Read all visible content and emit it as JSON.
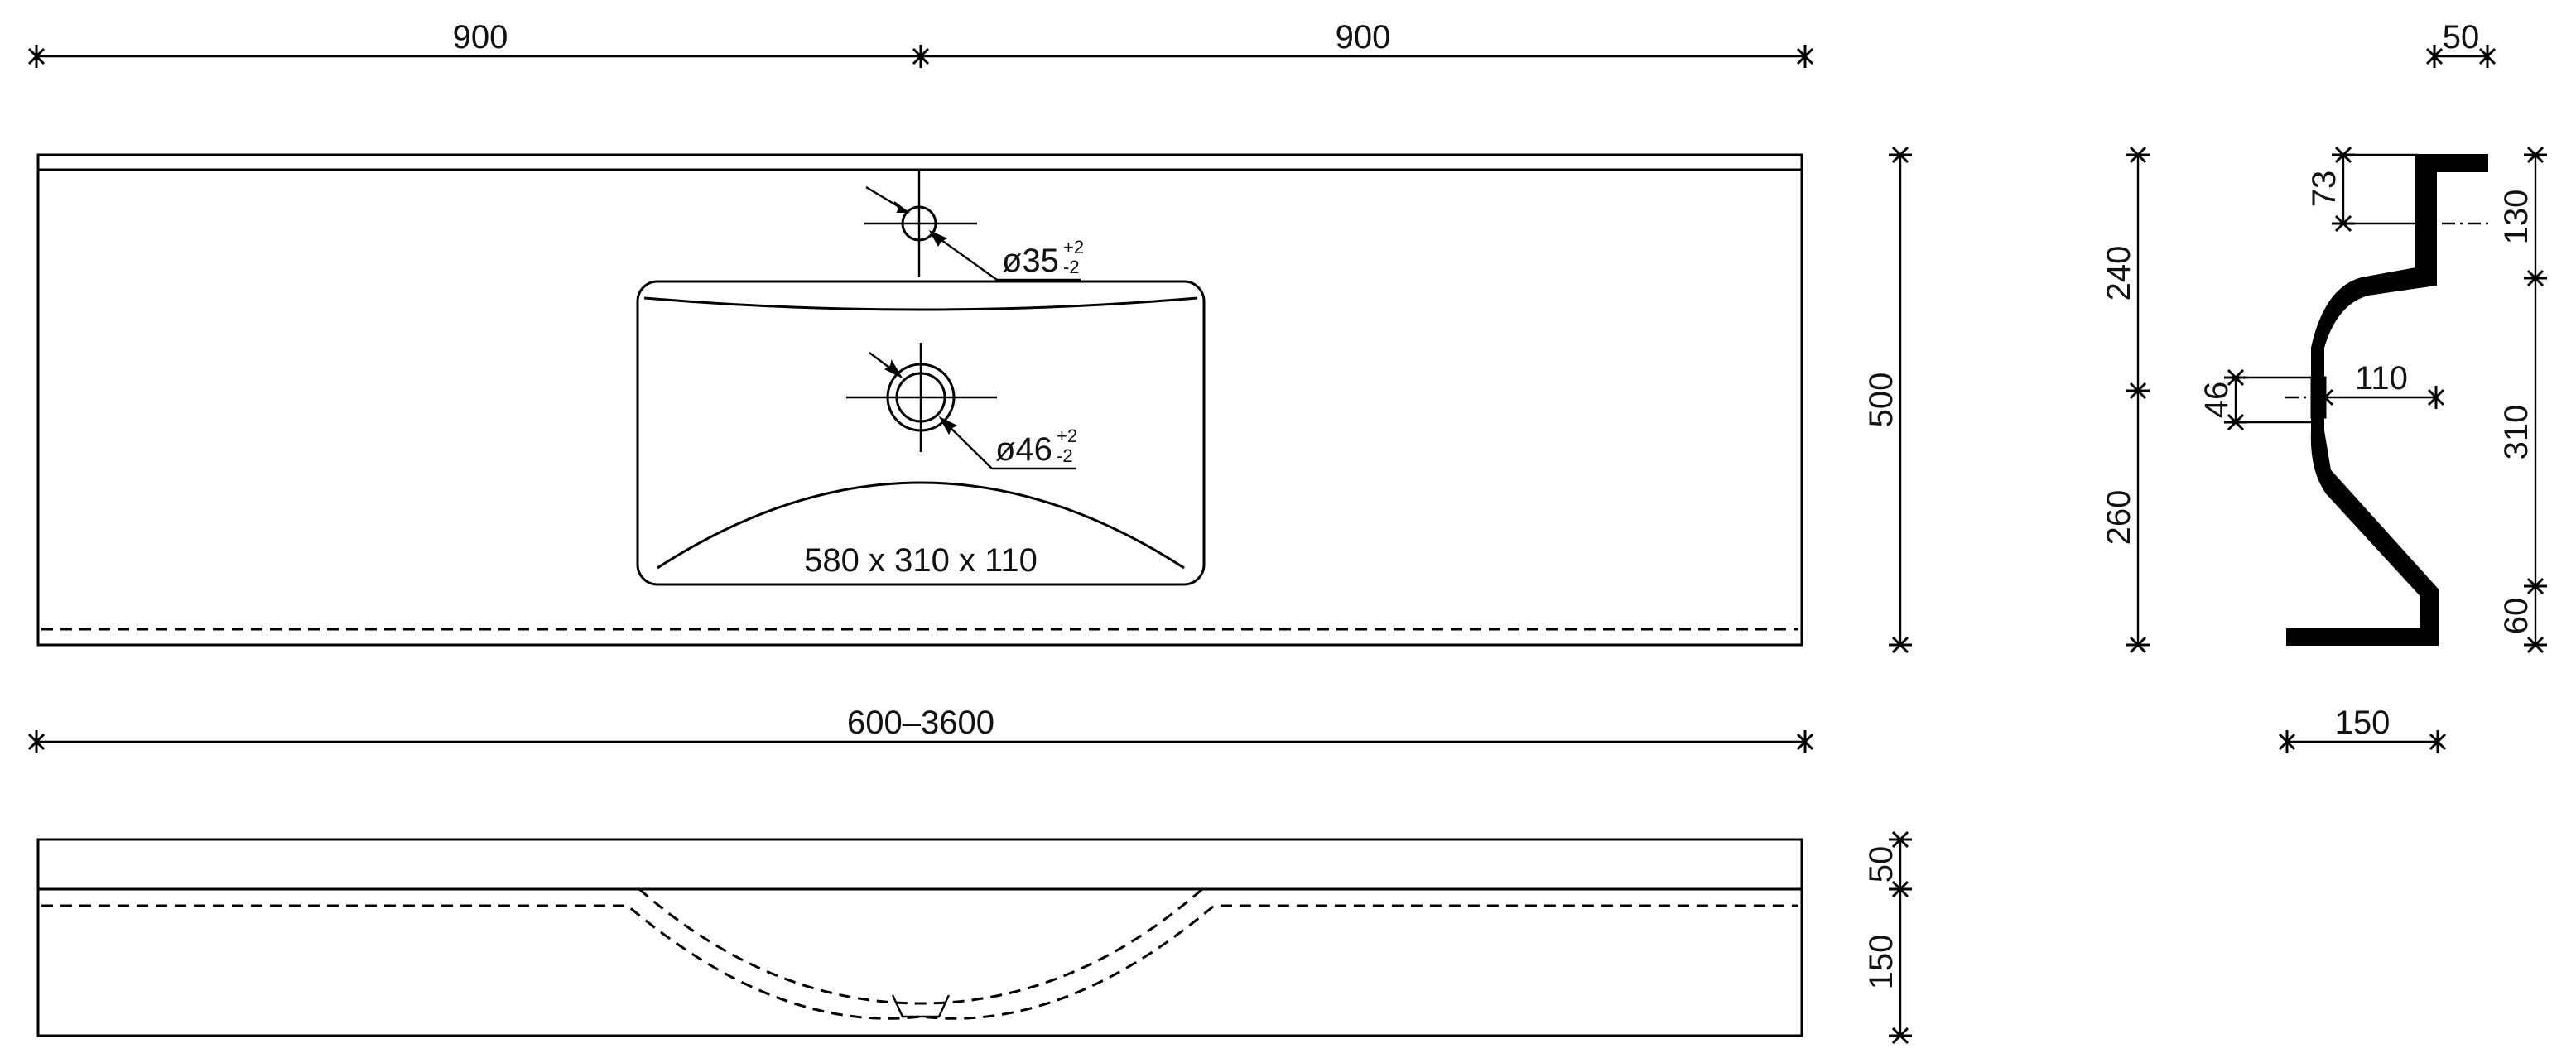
{
  "top_view": {
    "dim_left_half": "900",
    "dim_right_half": "900",
    "dim_total_length": "600–3600",
    "dim_depth": "500",
    "tap_hole": {
      "symbol": "ø35",
      "tol_plus": "+2",
      "tol_minus": "-2"
    },
    "drain_hole": {
      "symbol": "ø46",
      "tol_plus": "+2",
      "tol_minus": "-2"
    },
    "basin_size": "580  x  310  x  110"
  },
  "front_view": {
    "dim_top_band": "50",
    "dim_front_height": "150"
  },
  "section_view": {
    "dim_top_lip": "50",
    "dim_tap_offset": "73",
    "dim_upper_depth": "240",
    "dim_lower_depth": "260",
    "dim_drain_height": "46",
    "dim_basin_depth": "110",
    "dim_right_top": "130",
    "dim_right_mid": "310",
    "dim_right_bottom": "60",
    "dim_width": "150"
  }
}
